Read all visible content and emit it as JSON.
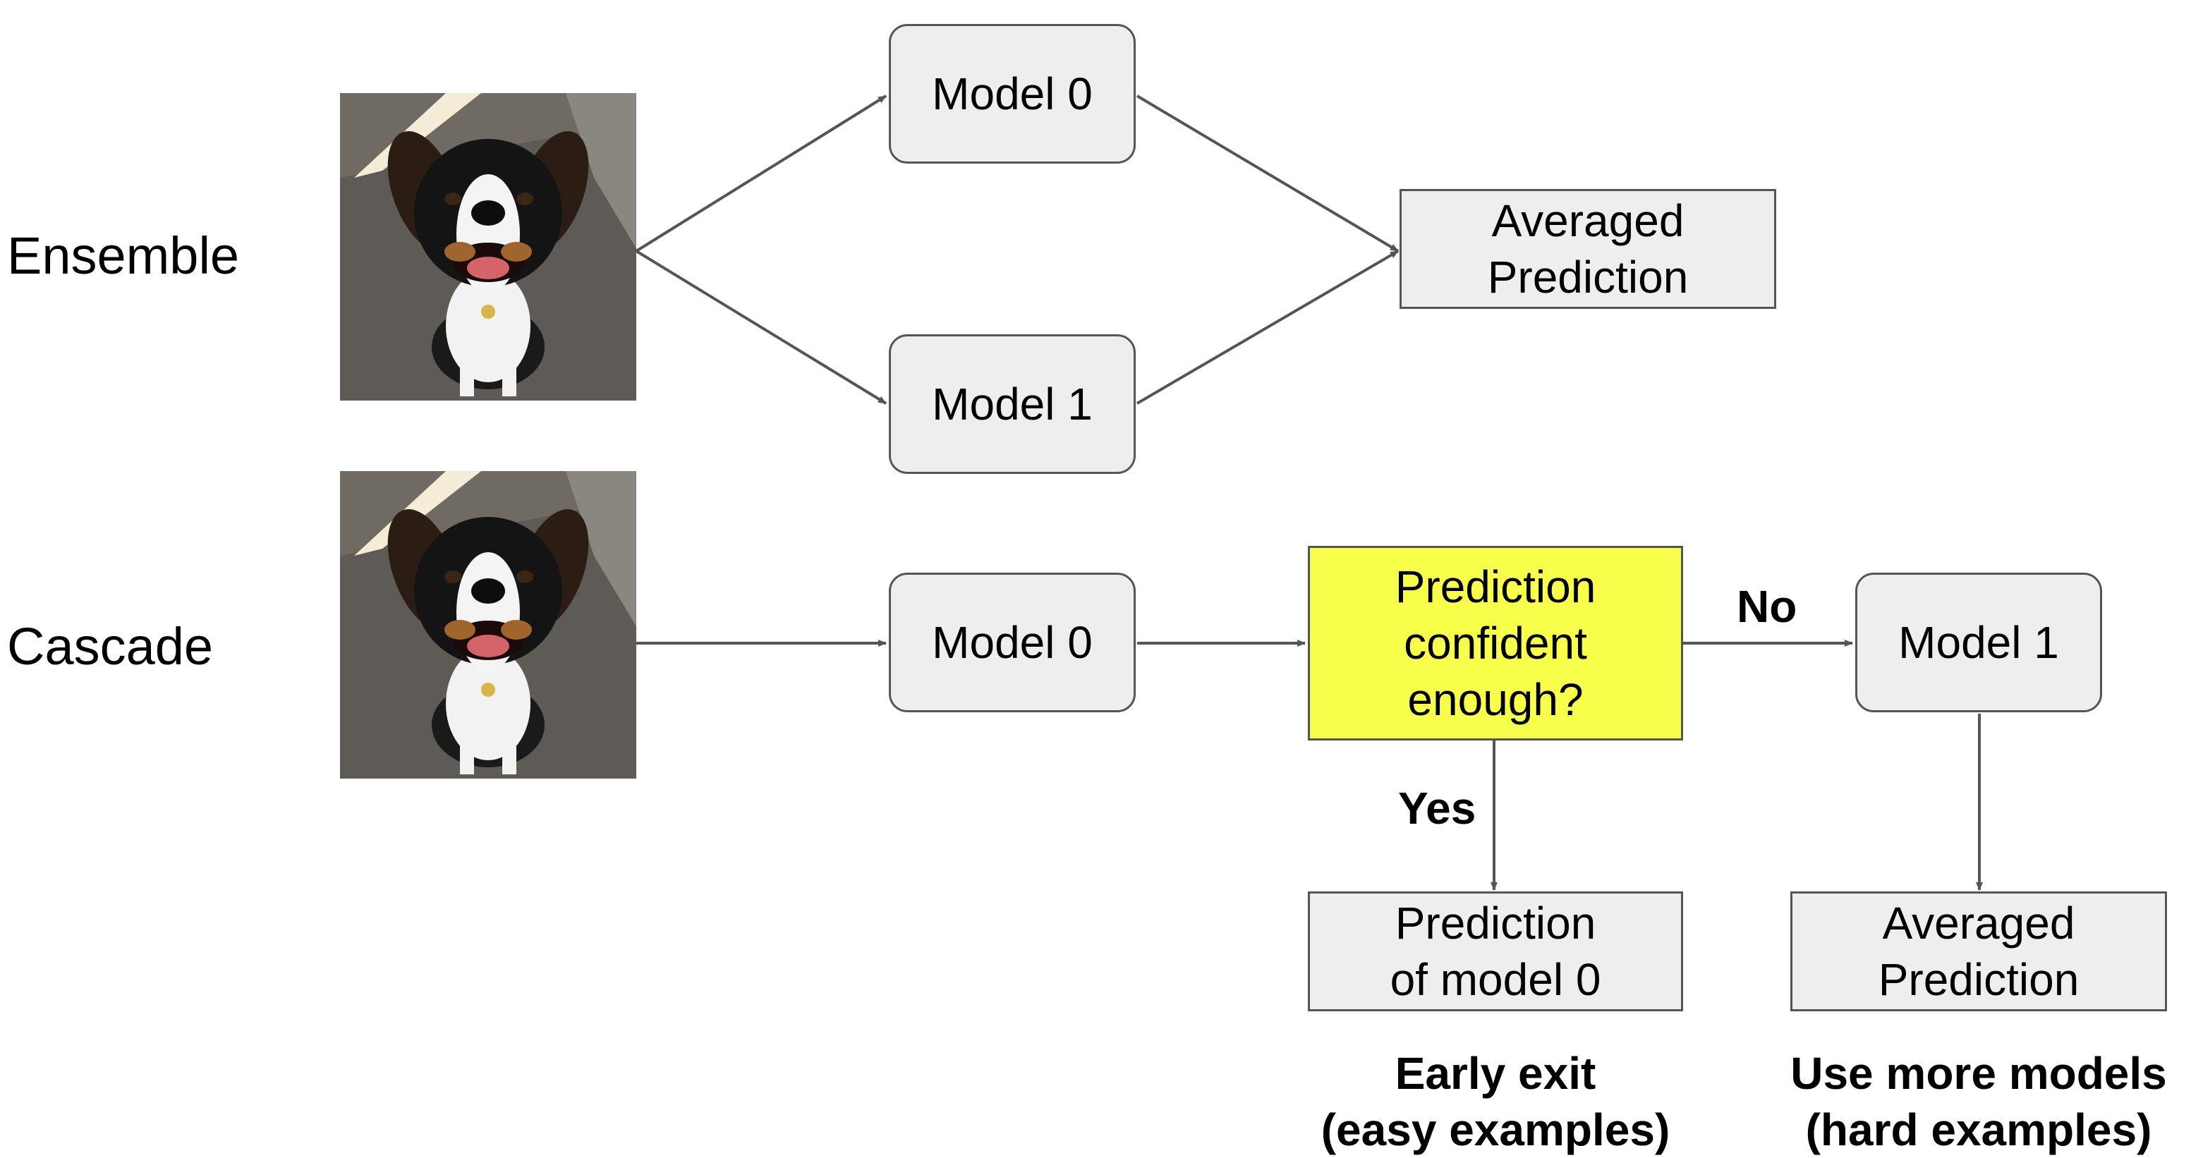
{
  "ensemble": {
    "row_label": "Ensemble",
    "model0": "Model 0",
    "model1": "Model 1",
    "output": "Averaged\nPrediction"
  },
  "cascade": {
    "row_label": "Cascade",
    "model0": "Model 0",
    "decision": "Prediction\nconfident\nenough?",
    "no_label": "No",
    "yes_label": "Yes",
    "model1": "Model 1",
    "early_output": "Prediction\nof model 0",
    "late_output": "Averaged\nPrediction",
    "early_caption": "Early exit\n(easy examples)",
    "late_caption": "Use more models\n(hard examples)"
  },
  "colors": {
    "box_fill": "#eeeeee",
    "box_border": "#555555",
    "decision_fill": "#f8ff4a",
    "arrow": "#555555"
  },
  "icons": {
    "input_image": "dog-photo"
  }
}
